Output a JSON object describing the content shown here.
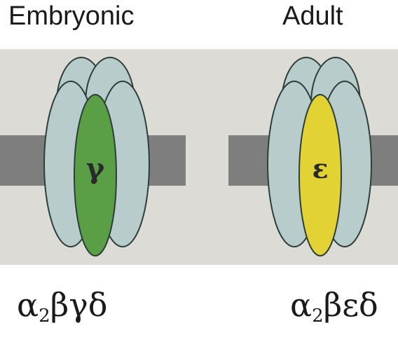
{
  "panels": {
    "embryonic": {
      "title": "Embryonic",
      "center_subunit_label": "γ",
      "center_subunit_color": "#5a9e45",
      "formula": {
        "alpha": "α",
        "subscript": "2",
        "rest": "βγδ"
      }
    },
    "adult": {
      "title": "Adult",
      "center_subunit_label": "ε",
      "center_subunit_color": "#e2d234",
      "formula": {
        "alpha": "α",
        "subscript": "2",
        "rest": "βεδ"
      }
    }
  },
  "colors": {
    "background_band": "#dddbd6",
    "membrane": "#7e7e7e",
    "outer_subunit": "#b8cccc",
    "outline": "#2c3e3a"
  }
}
